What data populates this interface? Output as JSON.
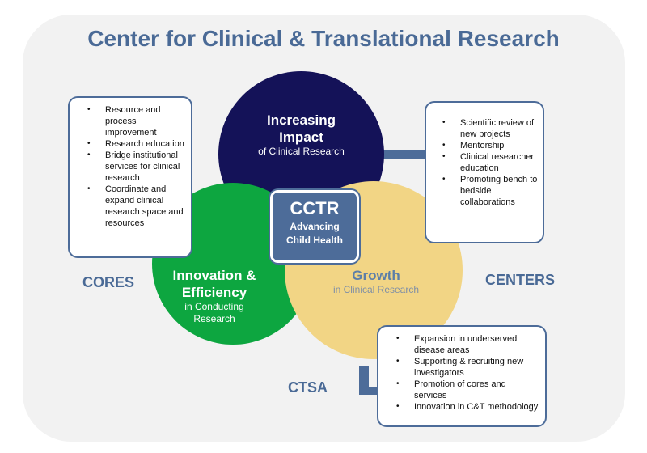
{
  "title": "Center for Clinical & Translational Research",
  "impact": {
    "line1": "Increasing",
    "line2": "Impact",
    "sub": "of Clinical Research"
  },
  "innovation": {
    "line1": "Innovation &",
    "line2": "Efficiency",
    "sub1": "in Conducting",
    "sub2": "Research"
  },
  "growth": {
    "line1": "Growth",
    "sub": "in Clinical Research"
  },
  "cctr": {
    "name": "CCTR",
    "sub1": "Advancing",
    "sub2": "Child Health"
  },
  "cores": {
    "label": "CORES",
    "items": [
      "Resource and process improvement",
      "Research education",
      "Bridge institutional services for clinical research",
      "Coordinate and expand clinical research space and resources"
    ]
  },
  "centers": {
    "label": "CENTERS",
    "items": [
      "Scientific review of new projects",
      "Mentorship",
      "Clinical researcher education",
      "Promoting bench to bedside collaborations"
    ]
  },
  "ctsa": {
    "label": "CTSA",
    "items": [
      "Expansion in underserved disease areas",
      "Supporting & recruiting new investigators",
      "Promotion of cores and services",
      "Innovation in C&T methodology"
    ]
  },
  "colors": {
    "impact": "#141258",
    "innovation": "#0da640",
    "growth": "#f2d585",
    "accent": "#4d6c99"
  }
}
